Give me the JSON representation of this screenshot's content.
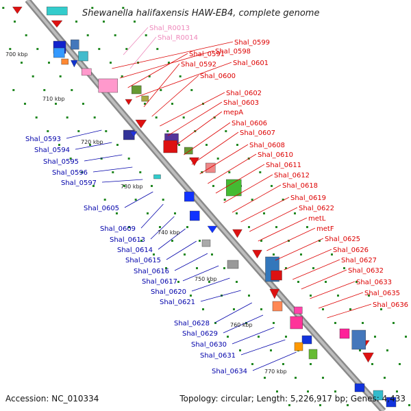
{
  "title": "Shewanella halifaxensis HAW-EB4, complete genome",
  "footer": {
    "accession": "Accession: NC_010334",
    "summary": "Topology: circular; Length: 5,226,917 bp; Genes: 4,433"
  },
  "colors": {
    "forward_label": "#dd0000",
    "reverse_label": "#0000aa",
    "rna_label": "#ee88bb",
    "backbone": "#999999",
    "tick": "#228822"
  },
  "kbp_labels": [
    "700 kbp",
    "710 kbp",
    "720 kbp",
    "730 kbp",
    "740 kbp",
    "750 kbp",
    "760 kbp",
    "770 kbp"
  ],
  "rna_labels": [
    "Shal_R0013",
    "Shal_R0014"
  ],
  "forward_labels": [
    "Shal_0599",
    "Shal_0598",
    "Shal_0591",
    "Shal_0601",
    "Shal_0592",
    "Shal_0600",
    "Shal_0602",
    "Shal_0603",
    "mepA",
    "Shal_0606",
    "Shal_0607",
    "Shal_0608",
    "Shal_0610",
    "Shal_0611",
    "Shal_0612",
    "Shal_0618",
    "Shal_0619",
    "Shal_0622",
    "metL",
    "metF",
    "Shal_0625",
    "Shal_0626",
    "Shal_0627",
    "Shal_0632",
    "Shal_0633",
    "Shal_0635",
    "Shal_0636"
  ],
  "reverse_labels": [
    "Shal_0593",
    "Shal_0594",
    "Shal_0595",
    "Shal_0596",
    "Shal_0597",
    "Shal_0605",
    "Shal_0609",
    "Shal_0613",
    "Shal_0614",
    "Shal_0615",
    "Shal_0616",
    "Shal_0617",
    "Shal_0620",
    "Shal_0621",
    "Shal_0628",
    "Shal_0629",
    "Shal_0630",
    "Shal_0631",
    "Shal_0634"
  ]
}
